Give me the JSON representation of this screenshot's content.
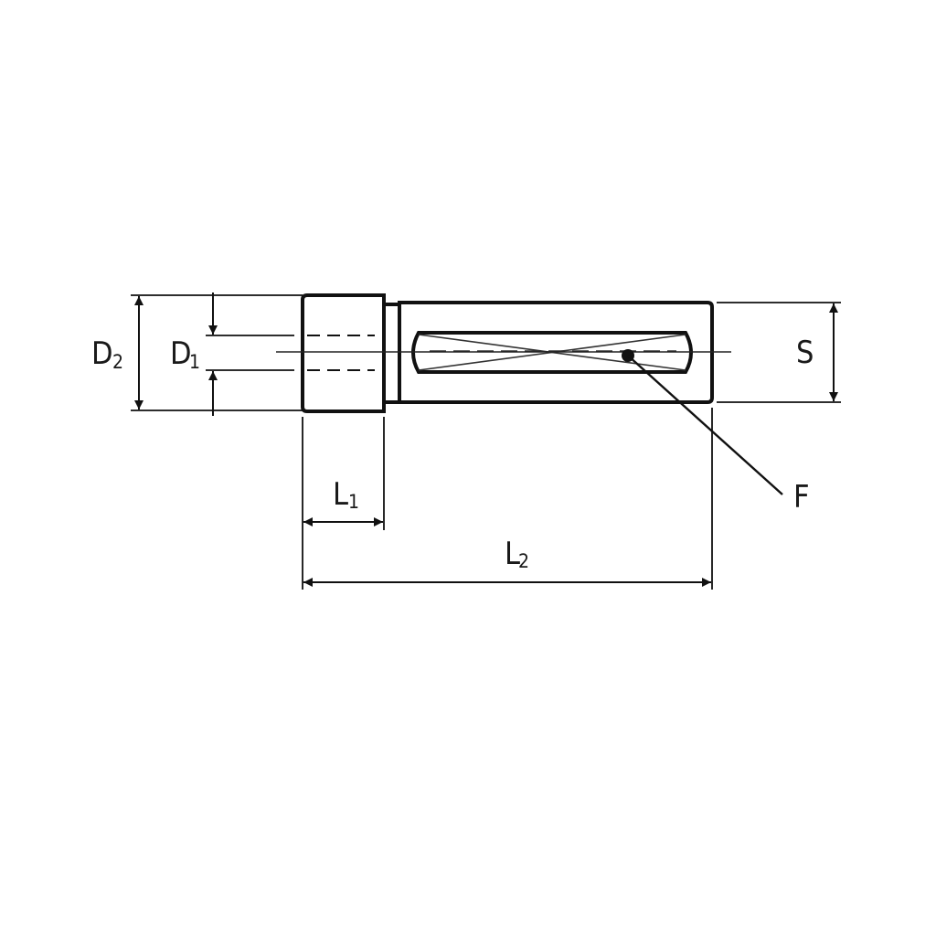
{
  "labels": {
    "d2": {
      "main": "D",
      "sub": "2"
    },
    "d1": {
      "main": "D",
      "sub": "1"
    },
    "s": {
      "main": "S"
    },
    "f": {
      "main": "F"
    },
    "l1": {
      "main": "L",
      "sub": "1"
    },
    "l2": {
      "main": "L",
      "sub": "2"
    }
  },
  "colors": {
    "ink": "#111111",
    "thin": "#222222",
    "background": "#ffffff"
  }
}
